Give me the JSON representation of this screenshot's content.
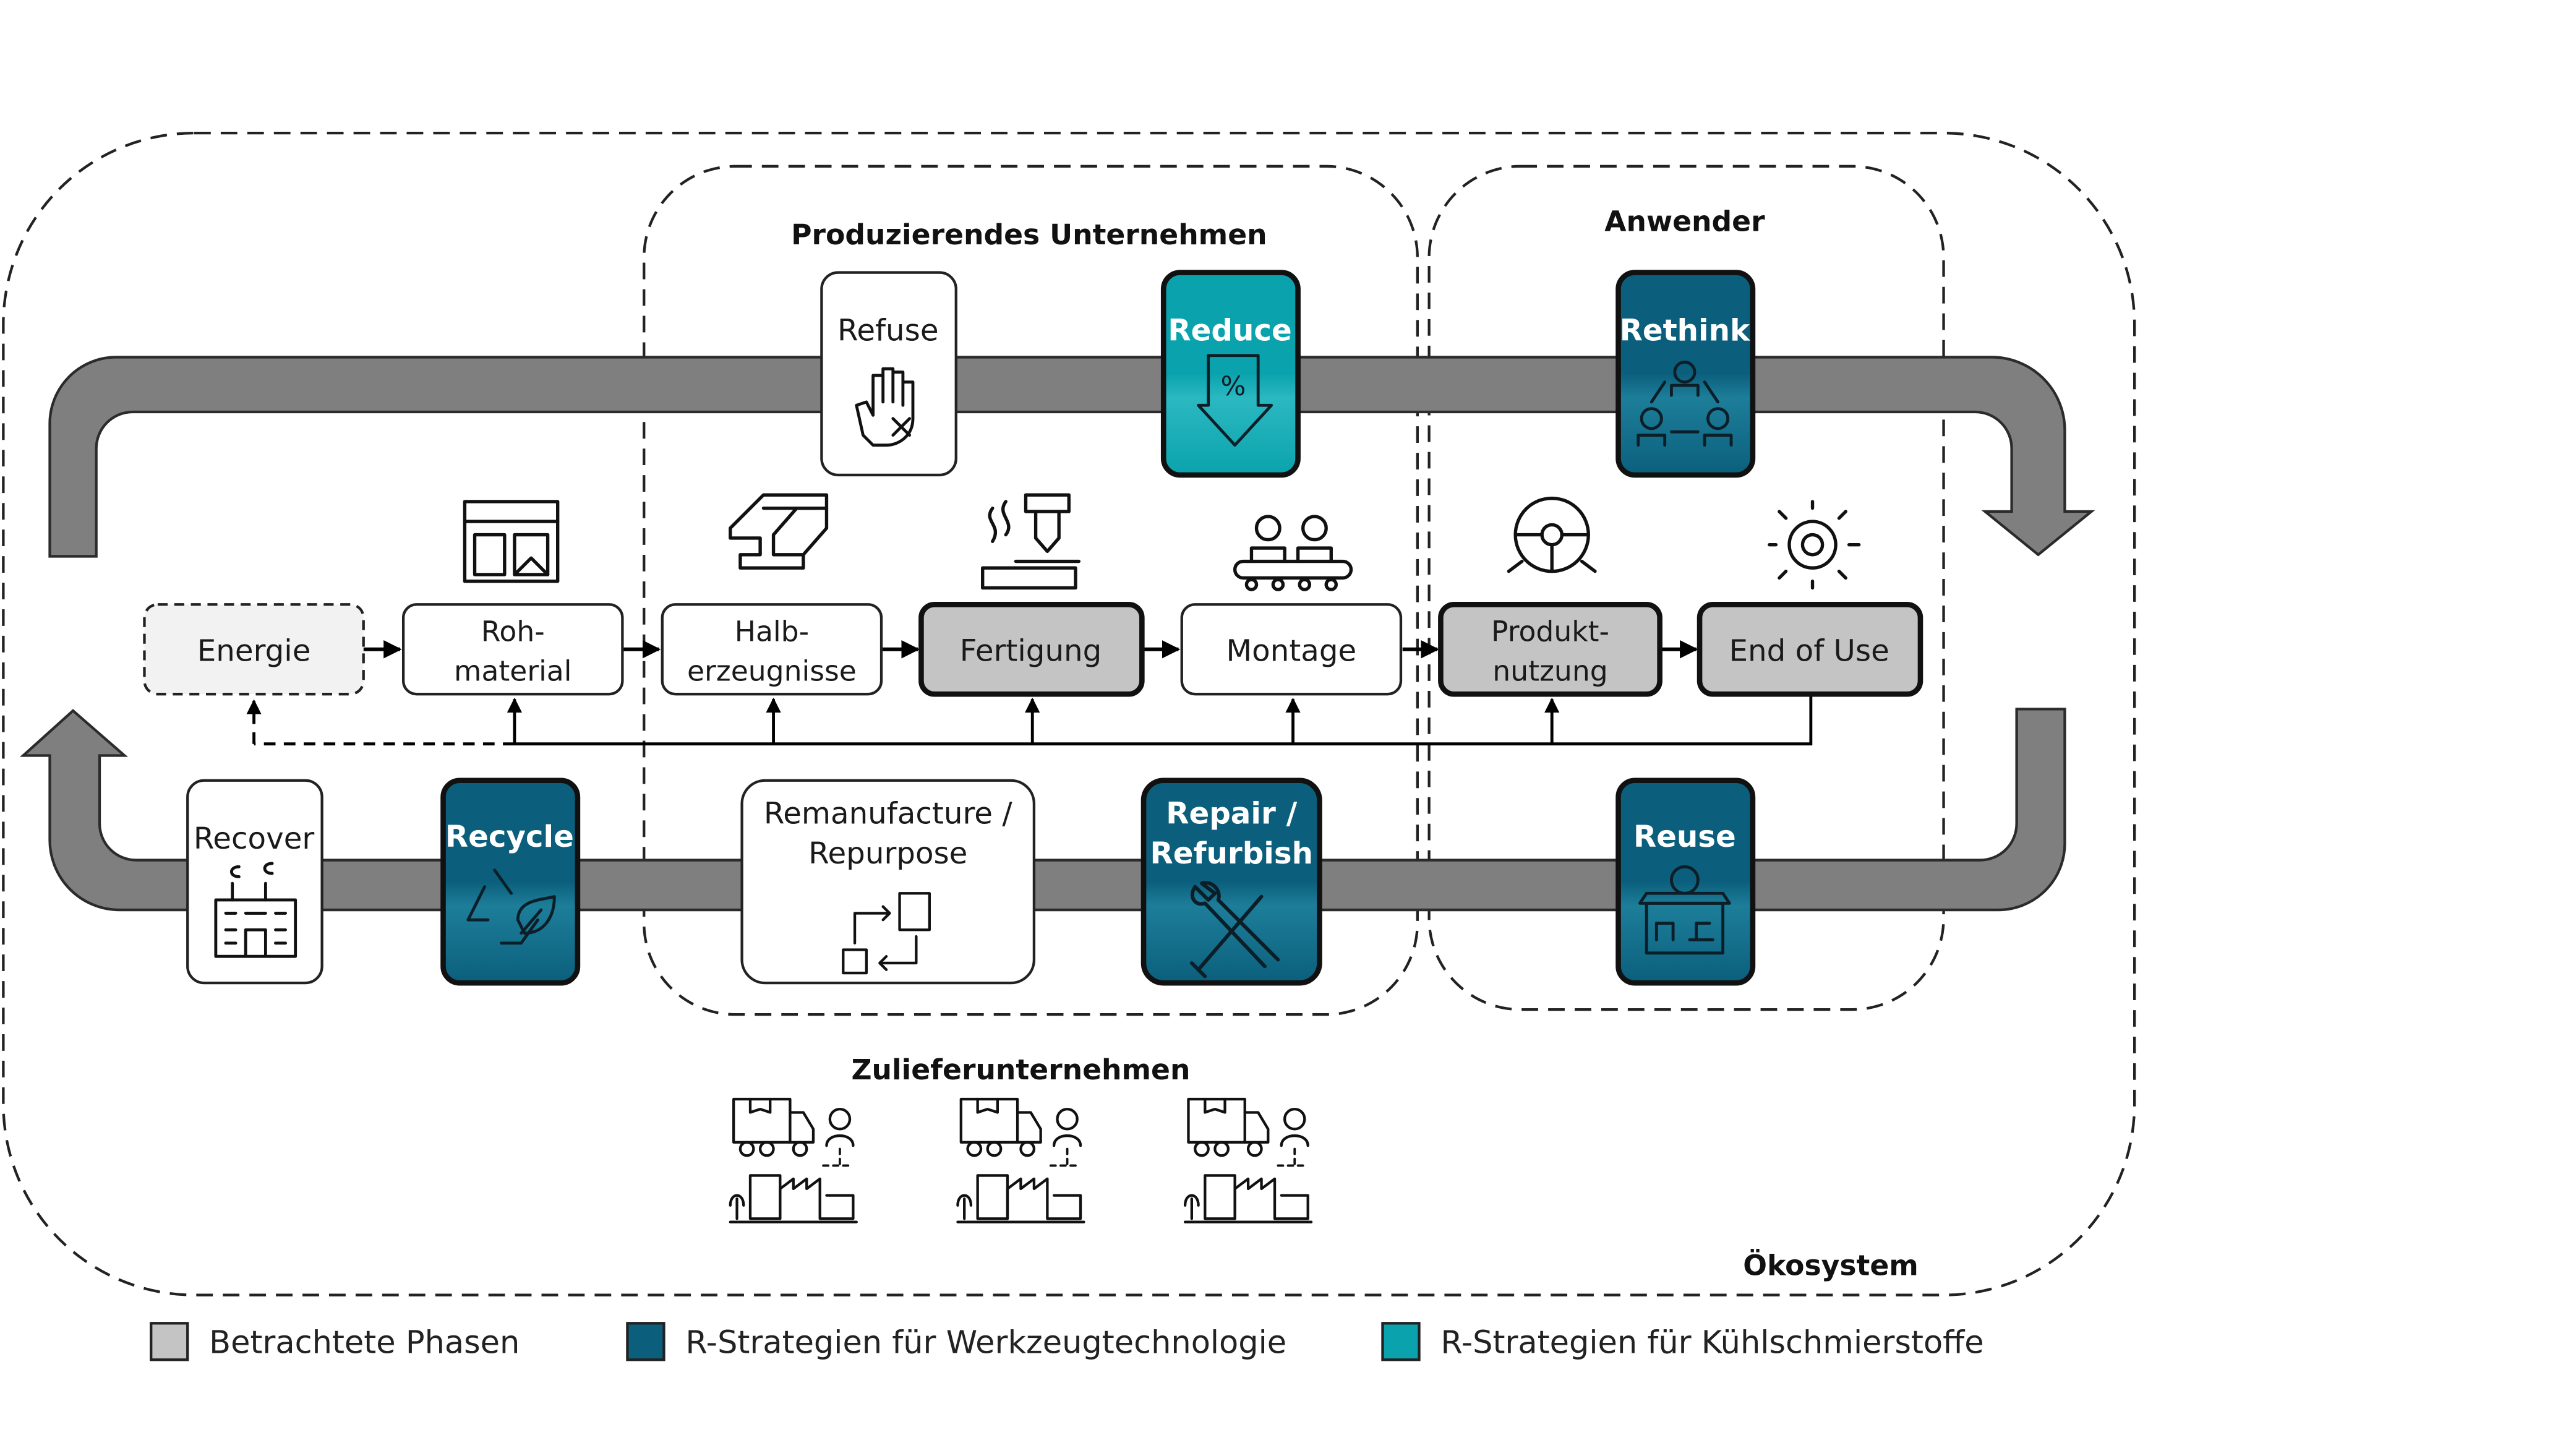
{
  "colors": {
    "considered_phase": "#c4c4c4",
    "tool_technology": "#0b5f7c",
    "coolant": "#0aa3ad",
    "loop_arrow": "#7f7f7f"
  },
  "groups": {
    "ecosystem": "Ökosystem",
    "producer": "Produzierendes Unternehmen",
    "user": "Anwender",
    "supplier": "Zulieferunternehmen"
  },
  "phases": {
    "energie": "Energie",
    "roh_1": "Roh-",
    "roh_2": "material",
    "halb_1": "Halb-",
    "halb_2": "erzeugnisse",
    "fertigung": "Fertigung",
    "montage": "Montage",
    "produkt_1": "Produkt-",
    "produkt_2": "nutzung",
    "end_of_use": "End of Use"
  },
  "strategies": {
    "refuse": "Refuse",
    "reduce": "Reduce",
    "rethink": "Rethink",
    "recover": "Recover",
    "recycle": "Recycle",
    "reman_1": "Remanufacture /",
    "reman_2": "Repurpose",
    "repair_1": "Repair /",
    "repair_2": "Refurbish",
    "reuse": "Reuse"
  },
  "icons": [
    "factory-icon",
    "steel-beam-icon",
    "milling-icon",
    "workers-conveyor-icon",
    "steering-wheel-icon",
    "gear-cycle-icon",
    "hand-stop-icon",
    "percent-down-icon",
    "people-cycle-icon",
    "power-plant-icon",
    "recycle-leaf-icon",
    "remanufacture-flow-icon",
    "wrench-screwdriver-icon",
    "reuse-shop-icon",
    "delivery-truck-icon"
  ],
  "legend": {
    "considered": "Betrachtete Phasen",
    "tool": "R-Strategien für Werkzeugtechnologie",
    "coolant": "R-Strategien für Kühlschmierstoffe"
  }
}
